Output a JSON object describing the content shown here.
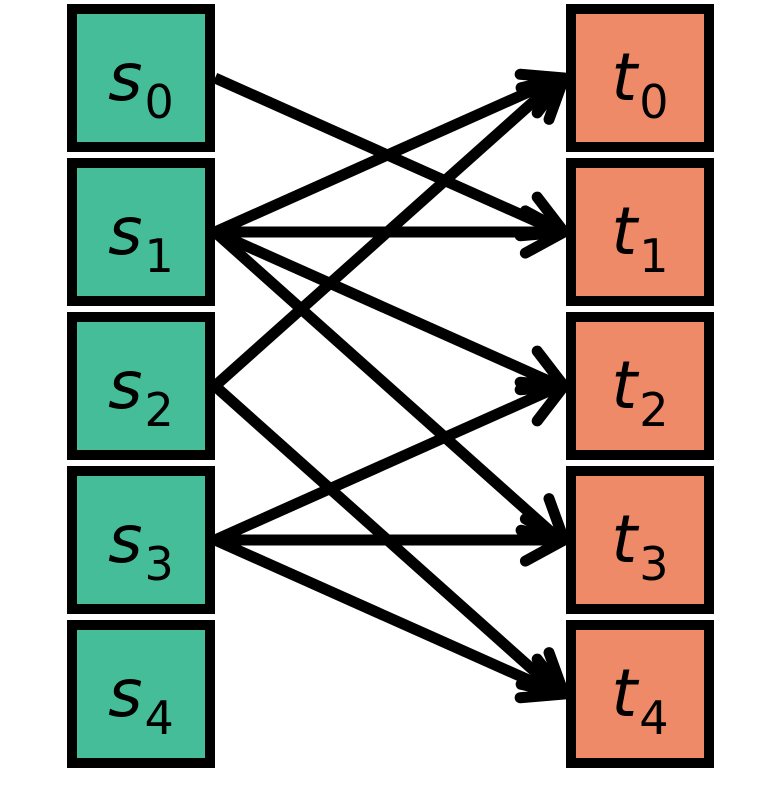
{
  "colors": {
    "source": "#45bd99",
    "target": "#ef8a69",
    "edge": "#000000"
  },
  "sources": [
    {
      "var": "s",
      "sub": "0"
    },
    {
      "var": "s",
      "sub": "1"
    },
    {
      "var": "s",
      "sub": "2"
    },
    {
      "var": "s",
      "sub": "3"
    },
    {
      "var": "s",
      "sub": "4"
    }
  ],
  "targets": [
    {
      "var": "t",
      "sub": "0"
    },
    {
      "var": "t",
      "sub": "1"
    },
    {
      "var": "t",
      "sub": "2"
    },
    {
      "var": "t",
      "sub": "3"
    },
    {
      "var": "t",
      "sub": "4"
    }
  ],
  "edges": [
    [
      0,
      1
    ],
    [
      1,
      0
    ],
    [
      1,
      1
    ],
    [
      1,
      2
    ],
    [
      1,
      3
    ],
    [
      2,
      0
    ],
    [
      2,
      4
    ],
    [
      3,
      2
    ],
    [
      3,
      3
    ],
    [
      3,
      4
    ]
  ]
}
